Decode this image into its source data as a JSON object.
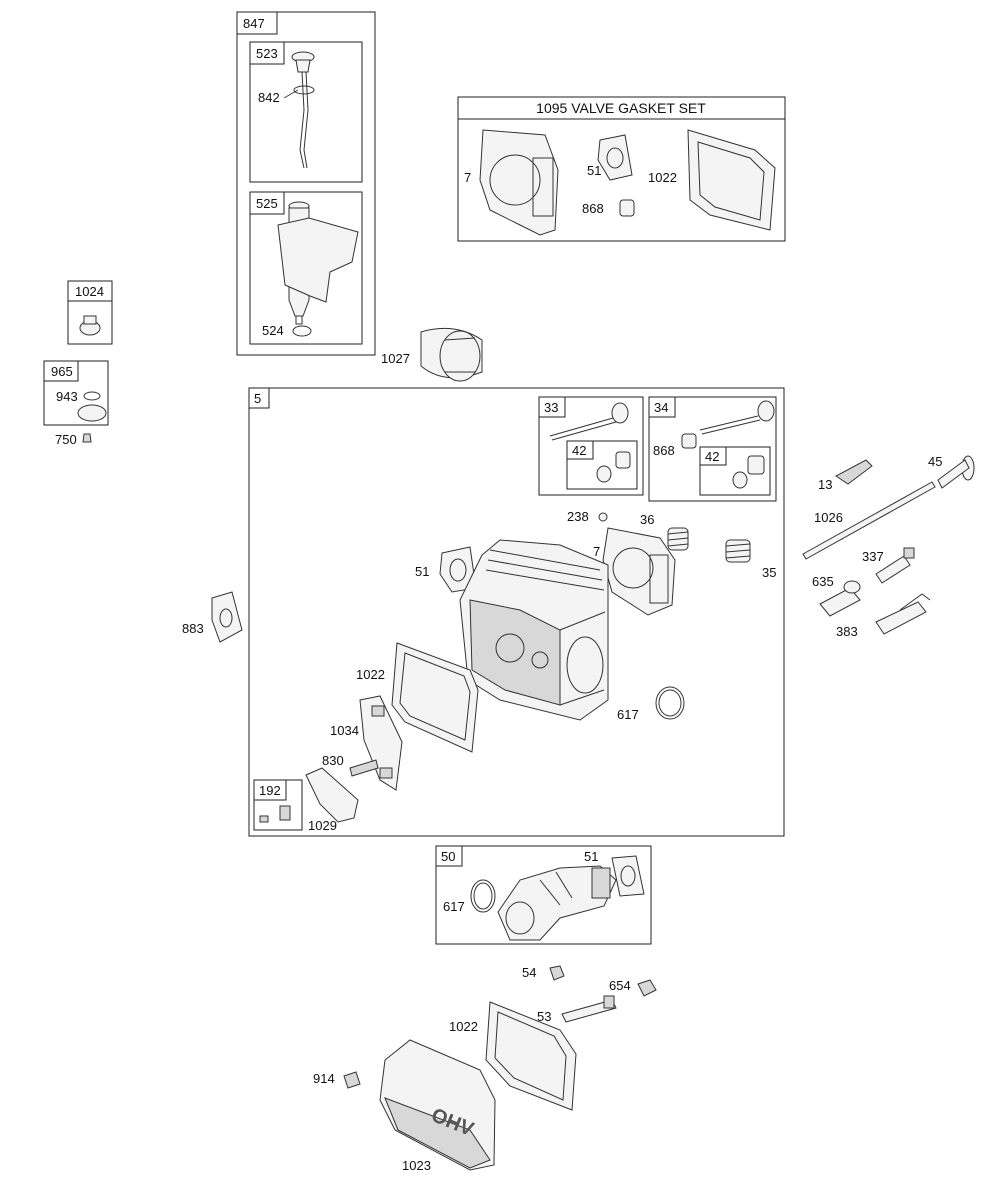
{
  "assembly_title": "1095 VALVE GASKET SET",
  "boxes": {
    "b847": "847",
    "b523": "523",
    "b525": "525",
    "b1024": "1024",
    "b965": "965",
    "b5": "5",
    "b33": "33",
    "b34": "34",
    "b42a": "42",
    "b42b": "42",
    "b192": "192",
    "b50": "50"
  },
  "labels": {
    "l842": "842",
    "l524": "524",
    "l1027": "1027",
    "l943": "943",
    "l750": "750",
    "l7_set": "7",
    "l51_set": "51",
    "l868_set": "868",
    "l1022_set": "1022",
    "l868_34": "868",
    "l13": "13",
    "l45": "45",
    "l1026": "1026",
    "l337": "337",
    "l635": "635",
    "l383": "383",
    "l238": "238",
    "l36": "36",
    "l7": "7",
    "l35": "35",
    "l51": "51",
    "l883": "883",
    "l1022": "1022",
    "l1034": "1034",
    "l830": "830",
    "l1029": "1029",
    "l617": "617",
    "l51_50": "51",
    "l617_50": "617",
    "l54": "54",
    "l654": "654",
    "l53": "53",
    "l1022_b": "1022",
    "l914": "914",
    "l1023": "1023"
  },
  "cover_mark": "OHV"
}
